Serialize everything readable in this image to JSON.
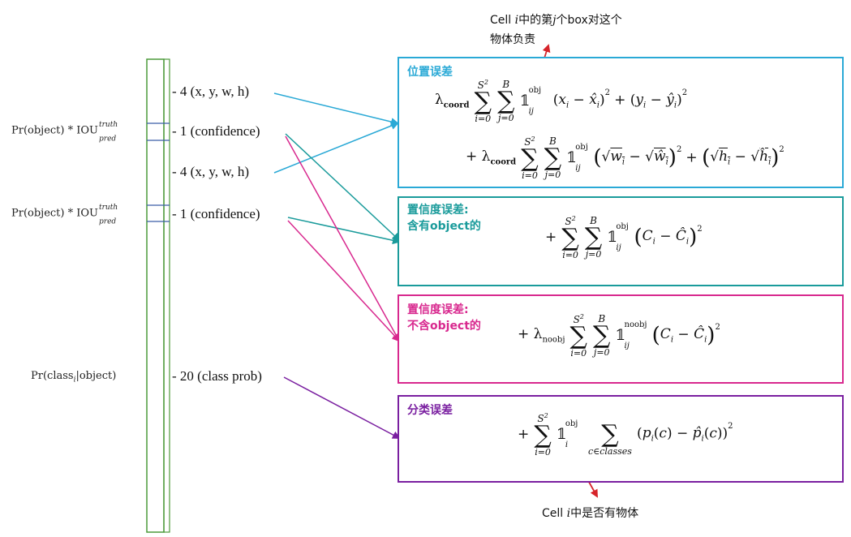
{
  "left_labels": {
    "pr_object_iou_1": "Pr(object) * IOU",
    "pr_object_iou_2": "Pr(object) * IOU",
    "iou_sup": "truth",
    "iou_sub": "pred",
    "pr_class": "Pr(class",
    "pr_class_sub": "i",
    "pr_class_end": "|object)"
  },
  "vector_labels": {
    "coords_1": "- 4 (x, y, w, h)",
    "confidence_1": "- 1 (confidence)",
    "coords_2": "- 4 (x, y, w, h)",
    "confidence_2": "- 1 (confidence)",
    "class_prob": "- 20 (class prob)"
  },
  "boxes": {
    "position_error": {
      "title": "位置误差",
      "color": "#2aa9d6"
    },
    "conf_obj": {
      "title_line1": "置信度误差:",
      "title_line2": "含有object的",
      "color": "#1a9b9b"
    },
    "conf_noobj": {
      "title_line1": "置信度误差:",
      "title_line2": "不含object的",
      "color": "#d8288e"
    },
    "class_error": {
      "title": "分类误差",
      "color": "#7a1fa0"
    }
  },
  "formulas": {
    "lambda_coord": "λ",
    "coord_sub": "coord",
    "lambda_noobj": "λ",
    "noobj_sub": "noobj",
    "sum_top": "S",
    "sum_top_exp": "2",
    "sum_bot_i": "i=0",
    "sum_top_b": "B",
    "sum_bot_j": "j=0",
    "ind_obj": "obj",
    "ind_noobj": "noobj",
    "ind_sub_ij": "ij",
    "ind_sub_i": "i",
    "classes_bot": "c∈classes"
  },
  "annotations": {
    "top_line1_a": "Cell ",
    "top_line1_i": "i",
    "top_line1_b": "中的第",
    "top_line1_j": "j",
    "top_line1_c": "个box对这个",
    "top_line2": "物体负责",
    "bottom_a": "Cell ",
    "bottom_i": "i",
    "bottom_b": "中是否有物体"
  },
  "colors": {
    "vector_bar": "#4c9a3a",
    "vector_divider": "#3b5ea8",
    "highlight_box": "#d6242a",
    "arrow_cyan": "#2aa9d6",
    "arrow_teal": "#1a9b9b",
    "arrow_magenta": "#d8288e",
    "arrow_purple": "#7a1fa0"
  }
}
